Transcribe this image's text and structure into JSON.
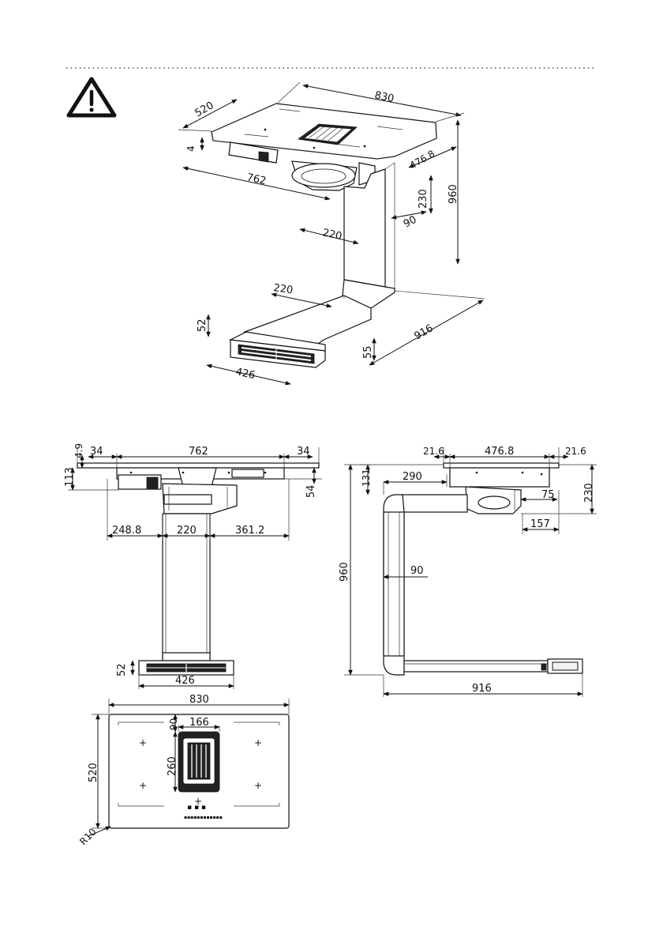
{
  "iso_view": {
    "width": "830",
    "depth": "520",
    "top_thickness": "4",
    "inner_width": "762",
    "side_depth": "476.8",
    "fan_height": "230",
    "duct_width_top": "220",
    "duct_depth": "90",
    "total_height": "960",
    "duct_width_bottom": "220",
    "grille_height": "52",
    "base_height": "55",
    "total_depth": "916",
    "grille_width": "426"
  },
  "front_view": {
    "top_offset": "4.9",
    "side_left": "34",
    "inner_width": "762",
    "side_right": "34",
    "body_height": "113",
    "fan_offset": "54",
    "left_span": "248.8",
    "duct_width": "220",
    "right_span": "361.2",
    "grille_height": "52",
    "grille_width": "426"
  },
  "side_view": {
    "margin_left": "21.6",
    "inner_depth": "476.8",
    "margin_right": "21.6",
    "arm_length": "290",
    "top_drop": "131",
    "fan_height": "230",
    "fan_offset": "75",
    "fan_depth": "157",
    "total_height": "960",
    "duct_depth": "90",
    "total_depth": "916"
  },
  "top_view": {
    "width": "830",
    "vent_offset": "90",
    "vent_width": "166",
    "vent_depth": "260",
    "depth": "520",
    "corner_radius": "R10"
  },
  "icons": {
    "warning": "warning-triangle-icon"
  }
}
